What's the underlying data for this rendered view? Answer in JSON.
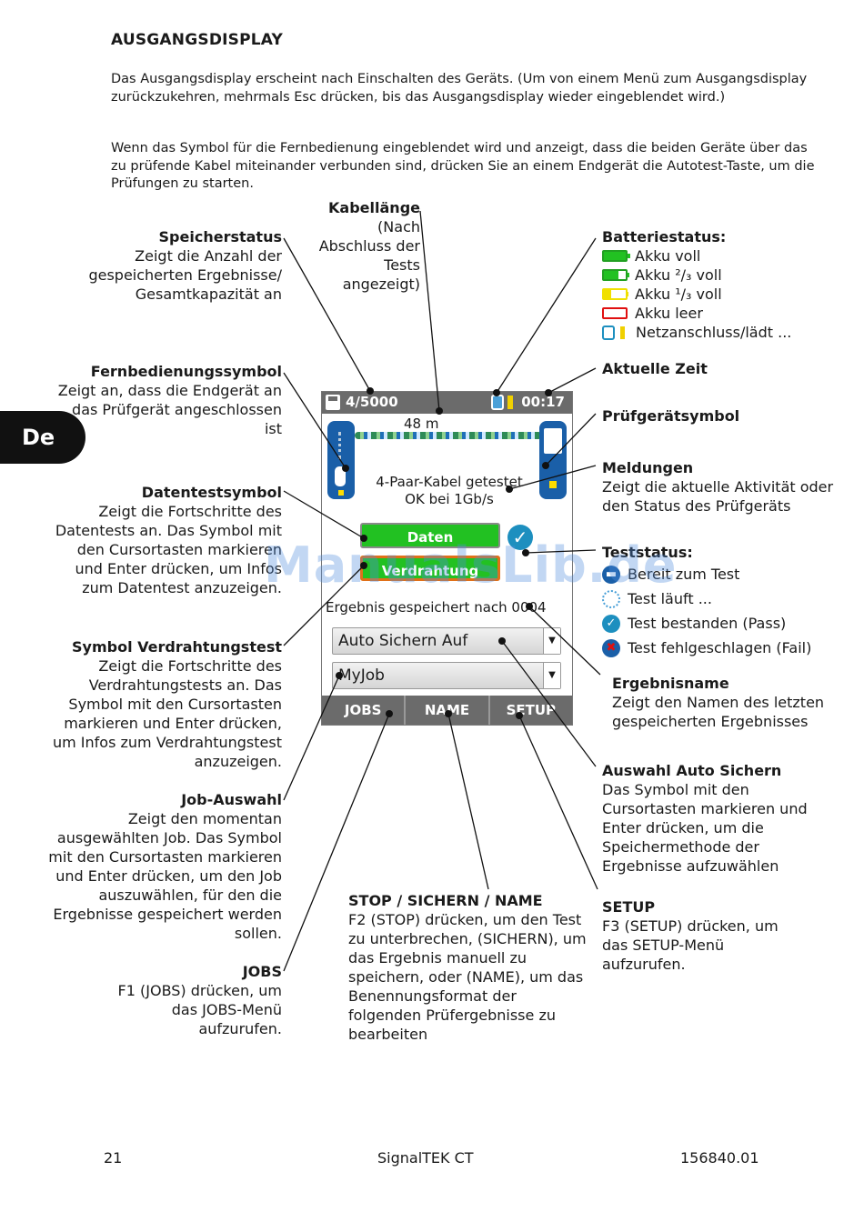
{
  "heading": "AUSGANGSDISPLAY",
  "intro": [
    "Das Ausgangsdisplay erscheint nach Einschalten des Geräts. (Um von einem Menü zum Ausgangsdisplay zurückzukehren, mehrmals Esc drücken, bis das Ausgangsdisplay wieder eingeblendet wird.)",
    "Wenn das Symbol für die Fernbedienung eingeblendet wird und anzeigt, dass die beiden Geräte über das zu prüfende Kabel miteinander verbunden sind, drücken Sie an einem Endgerät die Autotest-Taste, um die Prüfungen zu starten."
  ],
  "lang_tab": "De",
  "watermark": "ManualsLib.de",
  "device": {
    "memory": "4/5000",
    "time": "00:17",
    "cable_length": "48 m",
    "message_line1": "4-Paar-Kabel getestet",
    "message_line2": "OK bei 1Gb/s",
    "data_test": "Daten",
    "wiring_test": "Verdrahtung",
    "result_text": "Ergebnis gespeichert nach 0004",
    "autosave": "Auto Sichern Auf",
    "job": "MyJob",
    "fkeys": [
      "JOBS",
      "NAME",
      "SETUP"
    ]
  },
  "labels": {
    "speicher_title": "Speicherstatus",
    "speicher_text": "Zeigt die Anzahl der gespeicherten Ergebnisse/ Gesamtkapazität an",
    "kabel_title": "Kabellänge",
    "kabel_text": "(Nach Abschluss der Tests angezeigt)",
    "batterie_title": "Batteriestatus:",
    "bat_full": "Akku voll",
    "bat_23": "Akku ²/₃ voll",
    "bat_13": "Akku ¹/₃ voll",
    "bat_empty": "Akku leer",
    "bat_mains": "Netzanschluss/lädt ...",
    "zeit_title": "Aktuelle Zeit",
    "fern_title": "Fernbedienungssymbol",
    "fern_text": "Zeigt an, dass die Endgerät an das Prüfgerät angeschlossen ist",
    "pruef_title": "Prüfgerätsymbol",
    "meld_title": "Meldungen",
    "meld_text": "Zeigt die aktuelle Aktivität oder den Status des Prüfgeräts",
    "daten_title": "Datentestsymbol",
    "daten_text": "Zeigt die Fortschritte des Datentests an. Das Symbol mit den Cursortasten markieren und Enter drücken, um Infos zum Datentest anzuzeigen.",
    "status_title": "Teststatus:",
    "st_ready": "Bereit zum Test",
    "st_running": "Test läuft ...",
    "st_pass": "Test bestanden (Pass)",
    "st_fail": "Test fehlgeschlagen (Fail)",
    "verd_title": "Symbol Verdrahtungstest",
    "verd_text": "Zeigt die Fortschritte des Verdrahtungstests an. Das Symbol mit den Cursortasten markieren und Enter drücken, um Infos zum Verdrahtungstest anzuzeigen.",
    "ergeb_title": "Ergebnisname",
    "ergeb_text": "Zeigt den Namen des letzten gespeicherten Ergebnisses",
    "auto_title": "Auswahl Auto Sichern",
    "auto_text": "Das Symbol mit den Cursortasten markieren und Enter drücken, um die Speichermethode der Ergebnisse aufzuwählen",
    "job_title": "Job-Auswahl",
    "job_text": "Zeigt den momentan ausgewählten Job. Das Symbol mit den Cursortasten markieren und Enter drücken, um den Job auszuwählen, für den die Ergebnisse gespeichert werden sollen.",
    "stop_title": "STOP / SICHERN / NAME",
    "stop_text": "F2 (STOP) drücken, um den Test zu unterbrechen, (SICHERN), um das Ergebnis manuell zu speichern, oder (NAME), um das Benennungsformat der folgenden Prüfergebnisse zu bearbeiten",
    "setup_title": "SETUP",
    "setup_text": "F3 (SETUP) drücken, um das SETUP-Menü aufzurufen.",
    "jobs_title": "JOBS",
    "jobs_text": "F1 (JOBS) drücken, um das JOBS-Menü aufzurufen."
  },
  "footer": {
    "page": "21",
    "product": "SignalTEK CT",
    "code": "156840.01"
  },
  "colors": {
    "green": "#22c122",
    "yellow": "#f0e000",
    "red": "#e01010",
    "blue": "#1a5fa8"
  }
}
